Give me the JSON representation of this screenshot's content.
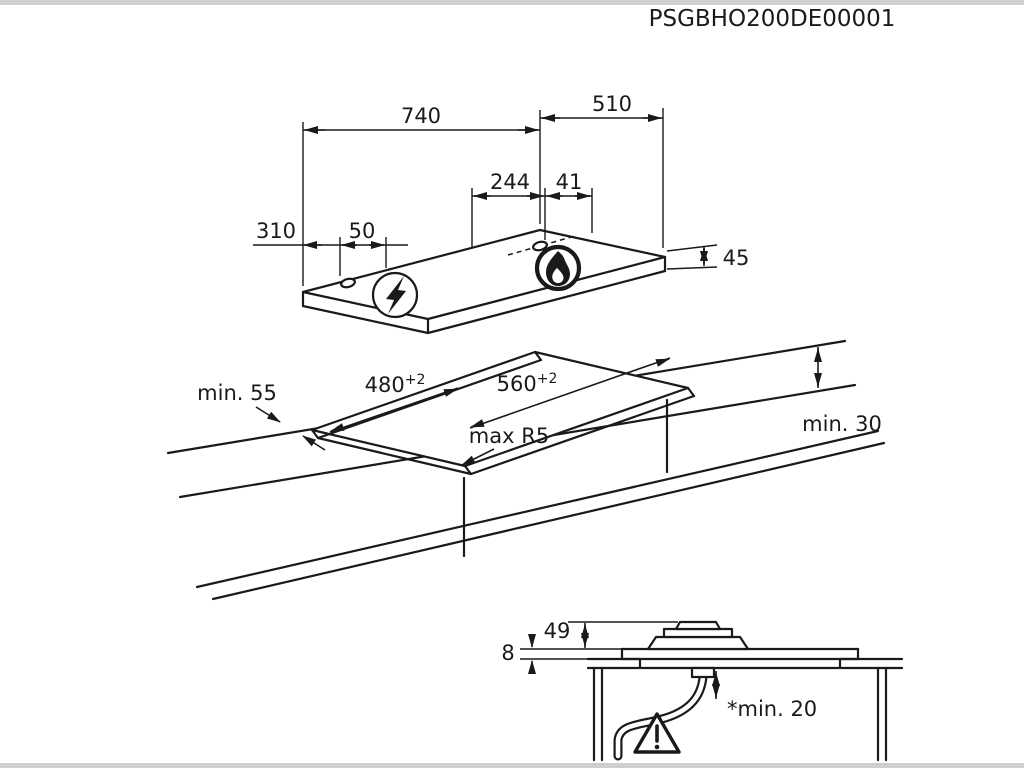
{
  "header": {
    "code": "PSGBHO200DE00001"
  },
  "colors": {
    "line": "#1a1a1a",
    "background": "#ffffff",
    "letterbox": "#cfcfcf"
  },
  "hob_view": {
    "width": "740",
    "depth": "510",
    "burner_offset": "244",
    "burner_edge_offset": "41",
    "plate_offset": "310",
    "igniter_offset": "50",
    "built_in_height": "45"
  },
  "cutout_view": {
    "front_clearance": "min. 55",
    "depth_value": "480",
    "depth_tolerance": "+2",
    "width_value": "560",
    "width_tolerance": "+2",
    "corner_radius": "max R5",
    "rear_clearance": "min. 30"
  },
  "section_view": {
    "burner_height": "49",
    "panel_thickness": "8",
    "hose_clearance": "*min. 20"
  }
}
